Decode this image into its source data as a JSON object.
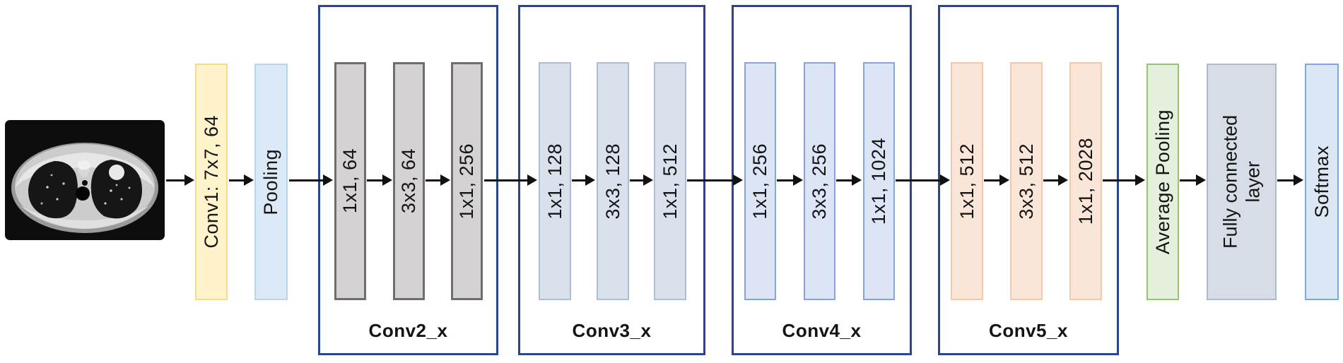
{
  "diagram": {
    "kind": "cnn-architecture-flow",
    "input": {
      "description": "axial chest CT scan image"
    },
    "layers": {
      "conv1": "Conv1: 7x7, 64",
      "pooling": "Pooling",
      "avg_pooling": "Average Pooling",
      "fully_connected_line1": "Fully connected",
      "fully_connected_line2": "layer",
      "softmax": "Softmax"
    },
    "stages": [
      {
        "label": "Conv2_x",
        "bars": [
          "1x1, 64",
          "3x3, 64",
          "1x1, 256"
        ]
      },
      {
        "label": "Conv3_x",
        "bars": [
          "1x1, 128",
          "3x3, 128",
          "1x1, 512"
        ]
      },
      {
        "label": "Conv4_x",
        "bars": [
          "1x1, 256",
          "3x3, 256",
          "1x1, 1024"
        ]
      },
      {
        "label": "Conv5_x",
        "bars": [
          "1x1, 512",
          "3x3, 512",
          "1x1, 2028"
        ]
      }
    ],
    "colors": {
      "stage_box_border": "#29458D",
      "arrow": "#111111",
      "conv1_fill": "#FFF3CC",
      "conv1_border": "#F3DB90",
      "pooling_fill": "#DBE9F7",
      "pooling_border": "#B9D4EC",
      "stage2_bar_fill": "#D4D2D2",
      "stage2_bar_border": "#716D6D",
      "stage3_bar_fill": "#D9E1ED",
      "stage3_bar_border": "#ABBDD7",
      "stage4_bar_fill": "#DCE5F6",
      "stage4_bar_border": "#87A3D8",
      "stage5_bar_fill": "#FAE6D8",
      "stage5_bar_border": "#F2C9A9",
      "avg_pooling_fill": "#E4F0DC",
      "avg_pooling_border": "#94C478",
      "fully_connected_fill": "#D7DDE6",
      "fully_connected_border": "#B0BAC9",
      "softmax_fill": "#DBE7F5",
      "softmax_border": "#7FA8DA"
    }
  }
}
